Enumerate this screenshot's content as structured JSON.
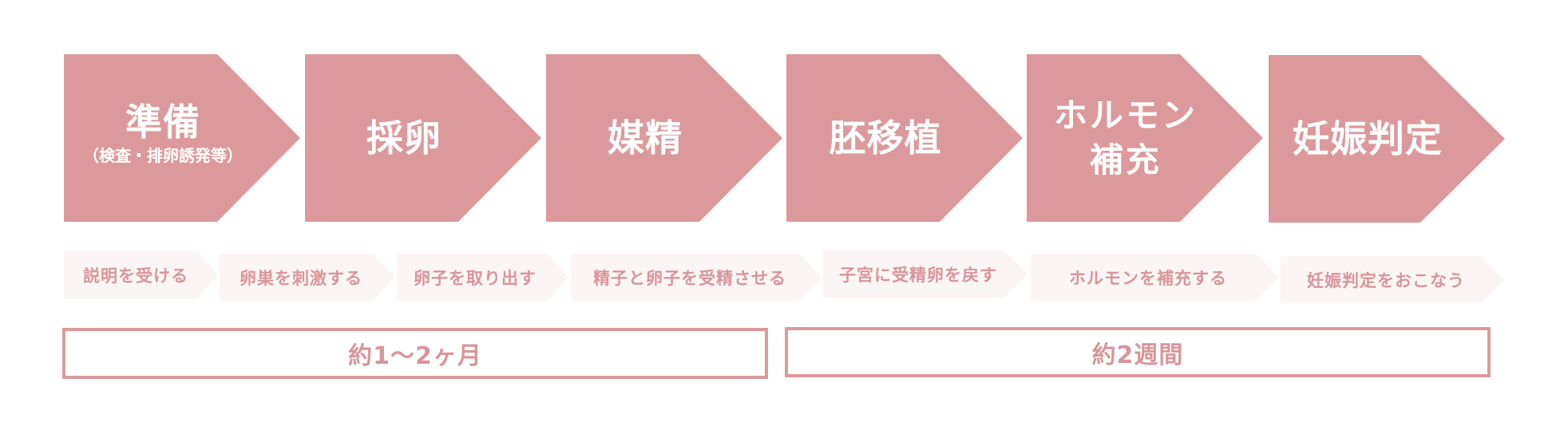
{
  "colors": {
    "step_fill": "#dc999c",
    "step_text": "#ffffff",
    "tag_fill": "#fcf5f5",
    "tag_text": "#d9959a",
    "duration_border": "#dc9a9d",
    "duration_text": "#d9959a"
  },
  "steps": [
    {
      "title": "準備",
      "subtitle": "（検査・排卵誘発等）"
    },
    {
      "title": "採卵"
    },
    {
      "title": "媒精"
    },
    {
      "title": "胚移植"
    },
    {
      "title": "ホルモン\n補充"
    },
    {
      "title": "妊娠判定"
    }
  ],
  "actions": [
    {
      "label": "説明を受ける"
    },
    {
      "label": "卵巣を刺激する"
    },
    {
      "label": "卵子を取り出す"
    },
    {
      "label": "精子と卵子を受精させる"
    },
    {
      "label": "子宮に受精卵を戻す"
    },
    {
      "label": "ホルモンを補充する"
    },
    {
      "label": "妊娠判定をおこなう"
    }
  ],
  "durations": [
    {
      "label": "約1〜2ヶ月"
    },
    {
      "label": "約2週間"
    }
  ]
}
